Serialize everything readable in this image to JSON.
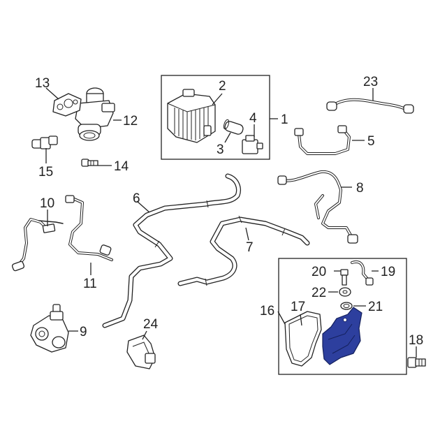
{
  "labels": {
    "p1": "1",
    "p2": "2",
    "p3": "3",
    "p4": "4",
    "p5": "5",
    "p6": "6",
    "p7": "7",
    "p8": "8",
    "p9": "9",
    "p10": "10",
    "p11": "11",
    "p12": "12",
    "p13": "13",
    "p14": "14",
    "p15": "15",
    "p16": "16",
    "p17": "17",
    "p18": "18",
    "p19": "19",
    "p20": "20",
    "p21": "21",
    "p22": "22",
    "p23": "23",
    "p24": "24"
  },
  "colors": {
    "highlight": "#2d3f9e",
    "line": "#222222"
  },
  "highlighted_part": "16"
}
